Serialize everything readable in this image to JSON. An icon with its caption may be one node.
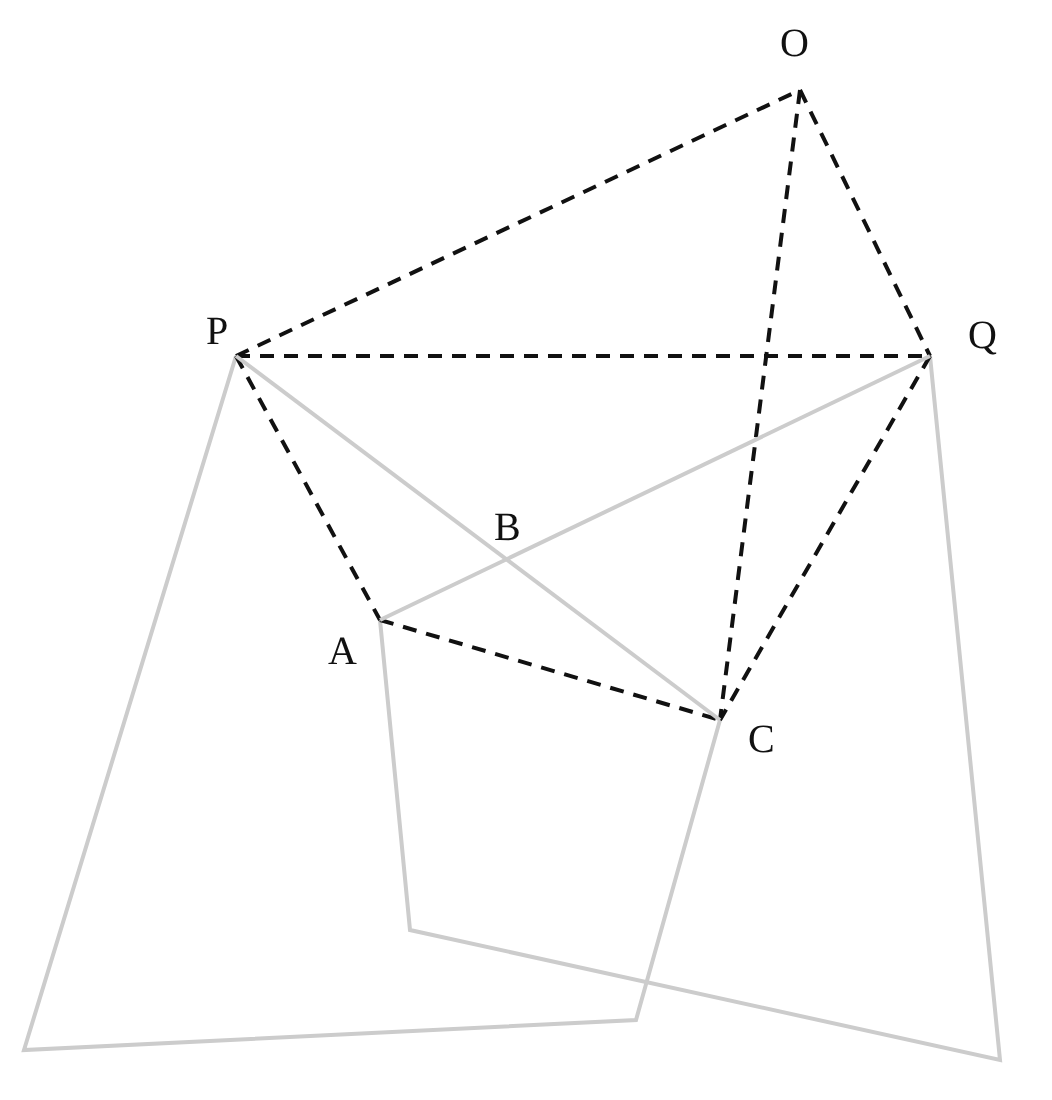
{
  "diagram": {
    "nodes": [
      {
        "text": [
          "O"
        ]
      },
      {
        "text": [
          "P"
        ]
      },
      {
        "text": [
          "Q"
        ]
      },
      {
        "text": [
          "A"
        ]
      },
      {
        "text": [
          "C"
        ]
      }
    ],
    "edges": [
      {
        "from": 1,
        "to": 0,
        "arrow": "none",
        "style": "dashed"
      },
      {
        "from": 0,
        "to": 2,
        "arrow": "none",
        "style": "dashed"
      },
      {
        "from": 1,
        "to": 2,
        "arrow": "none",
        "style": "dashed"
      },
      {
        "from": 1,
        "to": 3,
        "arrow": "none",
        "style": "dashed"
      },
      {
        "from": 3,
        "to": 4,
        "arrow": "none",
        "style": "dashed"
      },
      {
        "from": 0,
        "to": 4,
        "arrow": "none",
        "style": "dashed"
      },
      {
        "from": 2,
        "to": 4,
        "arrow": "none",
        "style": "dashed"
      },
      {
        "from": 1,
        "to": 4,
        "arrow": "none",
        "color": "#cccccc"
      },
      {
        "from": 3,
        "to": 2,
        "arrow": "none",
        "color": "#cccccc"
      }
    ],
    "labels": [
      "B"
    ]
  }
}
